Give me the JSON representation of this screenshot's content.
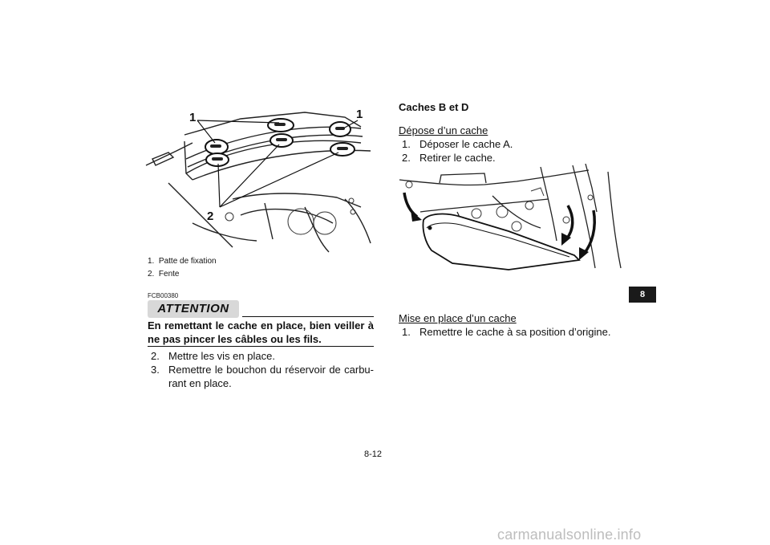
{
  "figure1": {
    "callouts": [
      "1",
      "1",
      "2"
    ],
    "captions": [
      {
        "num": "1.",
        "text": "Patte de fixation"
      },
      {
        "num": "2.",
        "text": "Fente"
      }
    ]
  },
  "attention": {
    "code": "FCB00380",
    "label": "ATTENTION",
    "text": "En remettant le cache en place, bien veiller à ne pas pincer les câbles ou les fils."
  },
  "left_steps": [
    {
      "num": "2.",
      "text": "Mettre les vis en place."
    },
    {
      "num": "3.",
      "text": "Remettre le bouchon du réservoir de carbu-rant en place."
    }
  ],
  "right": {
    "title": "Caches B et D",
    "removal_heading": "Dépose d’un cache",
    "removal_steps": [
      {
        "num": "1.",
        "text": "Déposer le cache A."
      },
      {
        "num": "2.",
        "text": "Retirer le cache."
      }
    ],
    "install_heading": "Mise en place d’un cache",
    "install_steps": [
      {
        "num": "1.",
        "text": "Remettre le cache à sa position d’origine."
      }
    ]
  },
  "chapter_tab": "8",
  "page_number": "8-12",
  "watermark": "carmanualsonline.info"
}
